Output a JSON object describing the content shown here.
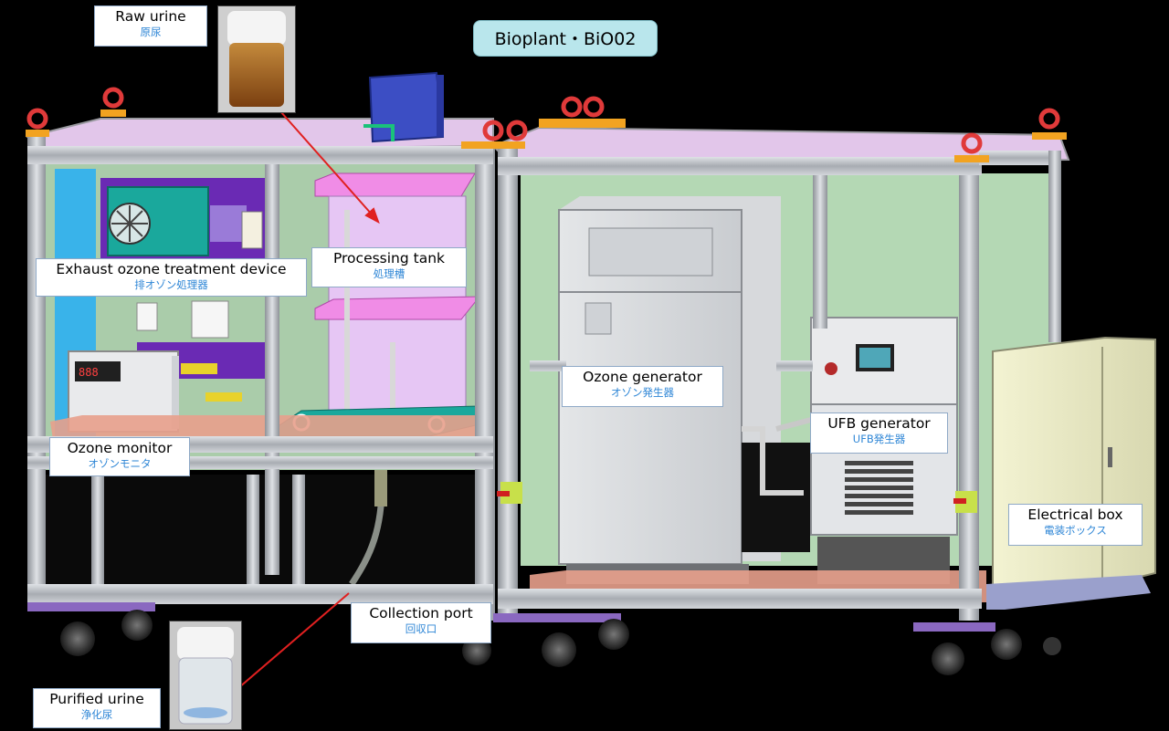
{
  "title": "Bioplant・BiO02",
  "labels": {
    "raw_urine": {
      "en": "Raw urine",
      "jp": "原尿"
    },
    "exhaust": {
      "en": "Exhaust ozone treatment device",
      "jp": "排オゾン処理器"
    },
    "processing_tank": {
      "en": "Processing tank",
      "jp": "処理槽"
    },
    "ozone_generator": {
      "en": "Ozone generator",
      "jp": "オゾン発生器"
    },
    "ozone_monitor": {
      "en": "Ozone monitor",
      "jp": "オゾンモニタ"
    },
    "ufb_generator": {
      "en": "UFB generator",
      "jp": "UFB発生器"
    },
    "electrical_box": {
      "en": "Electrical box",
      "jp": "電装ボックス"
    },
    "collection_port": {
      "en": "Collection port",
      "jp": "回収口"
    },
    "purified_urine": {
      "en": "Purified urine",
      "jp": "浄化尿"
    }
  },
  "colors": {
    "background": "#000000",
    "frame": "#b8bcc2",
    "panel_green": "#c8f0c8",
    "top_panel": "#e2c6ea",
    "tank_lavender": "#e6c6f4",
    "magenta": "#f08ce6",
    "teal": "#1aa89c",
    "purple": "#6a2ab4",
    "floor": "#e8a08c",
    "electrical_box": "#f0f0cc",
    "eyebolt": "#e03a3a",
    "arrow": "#e02020",
    "label_border": "#8fa9c7",
    "label_jp_text": "#2e86d6",
    "title_bg": "#b9e6ec"
  }
}
